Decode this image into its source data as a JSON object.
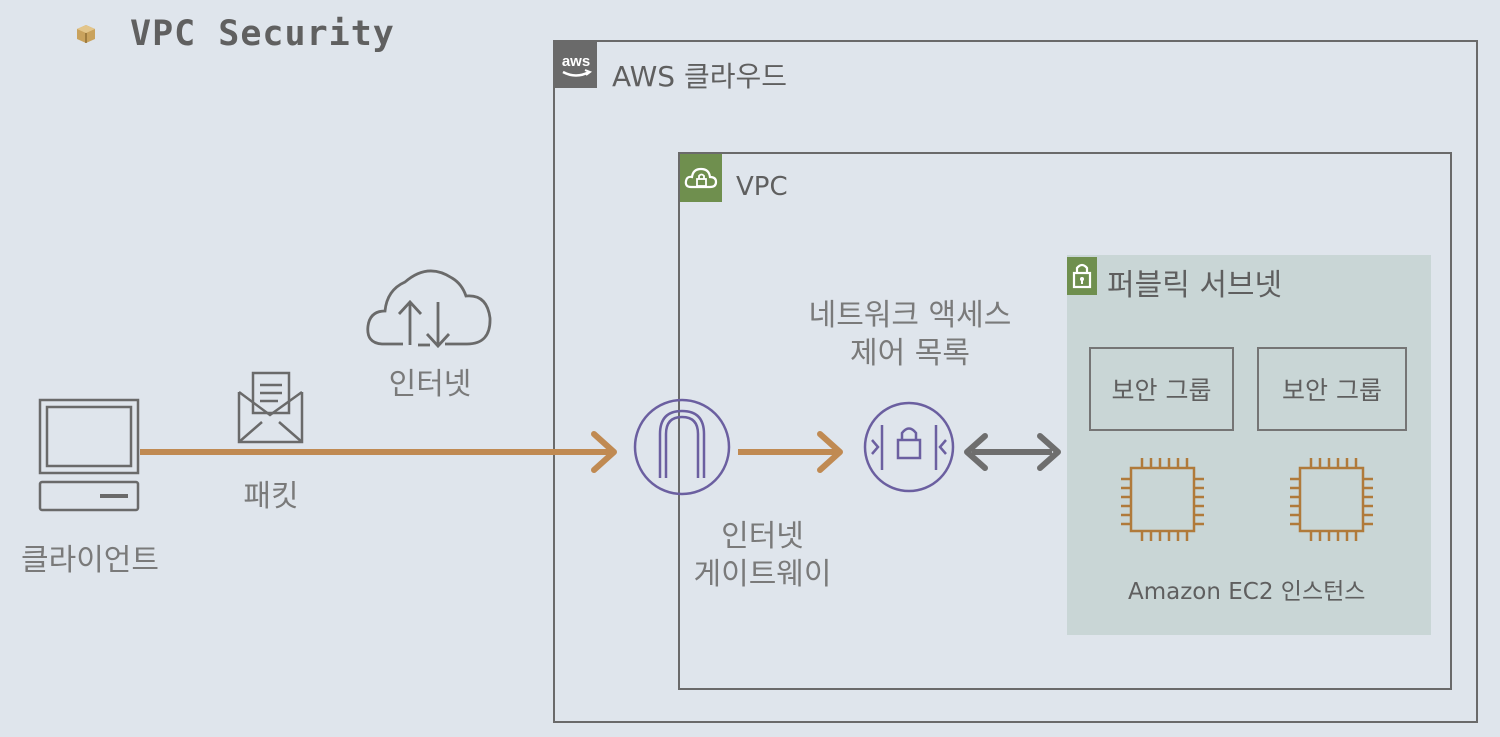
{
  "title": "VPC Security",
  "aws_cloud": {
    "badge_text": "aws",
    "label": "AWS 클라우드"
  },
  "vpc": {
    "label": "VPC"
  },
  "public_subnet": {
    "label": "퍼블릭 서브넷",
    "security_groups": [
      "보안 그룹",
      "보안 그룹"
    ],
    "instances_label": "Amazon EC2 인스턴스"
  },
  "nodes": {
    "client": "클라이언트",
    "packet": "패킷",
    "internet": "인터넷",
    "internet_gateway": [
      "인터넷",
      "게이트웨이"
    ],
    "nacl": [
      "네트워크 액세스",
      "제어 목록"
    ]
  },
  "colors": {
    "background": "#dfe5ec",
    "arrow": "#c08a52",
    "icon_purple": "#6b5fa0",
    "green": "#6f8f4e",
    "ec2_orange": "#b07a3a",
    "text_gray": "#6f6f6f"
  }
}
